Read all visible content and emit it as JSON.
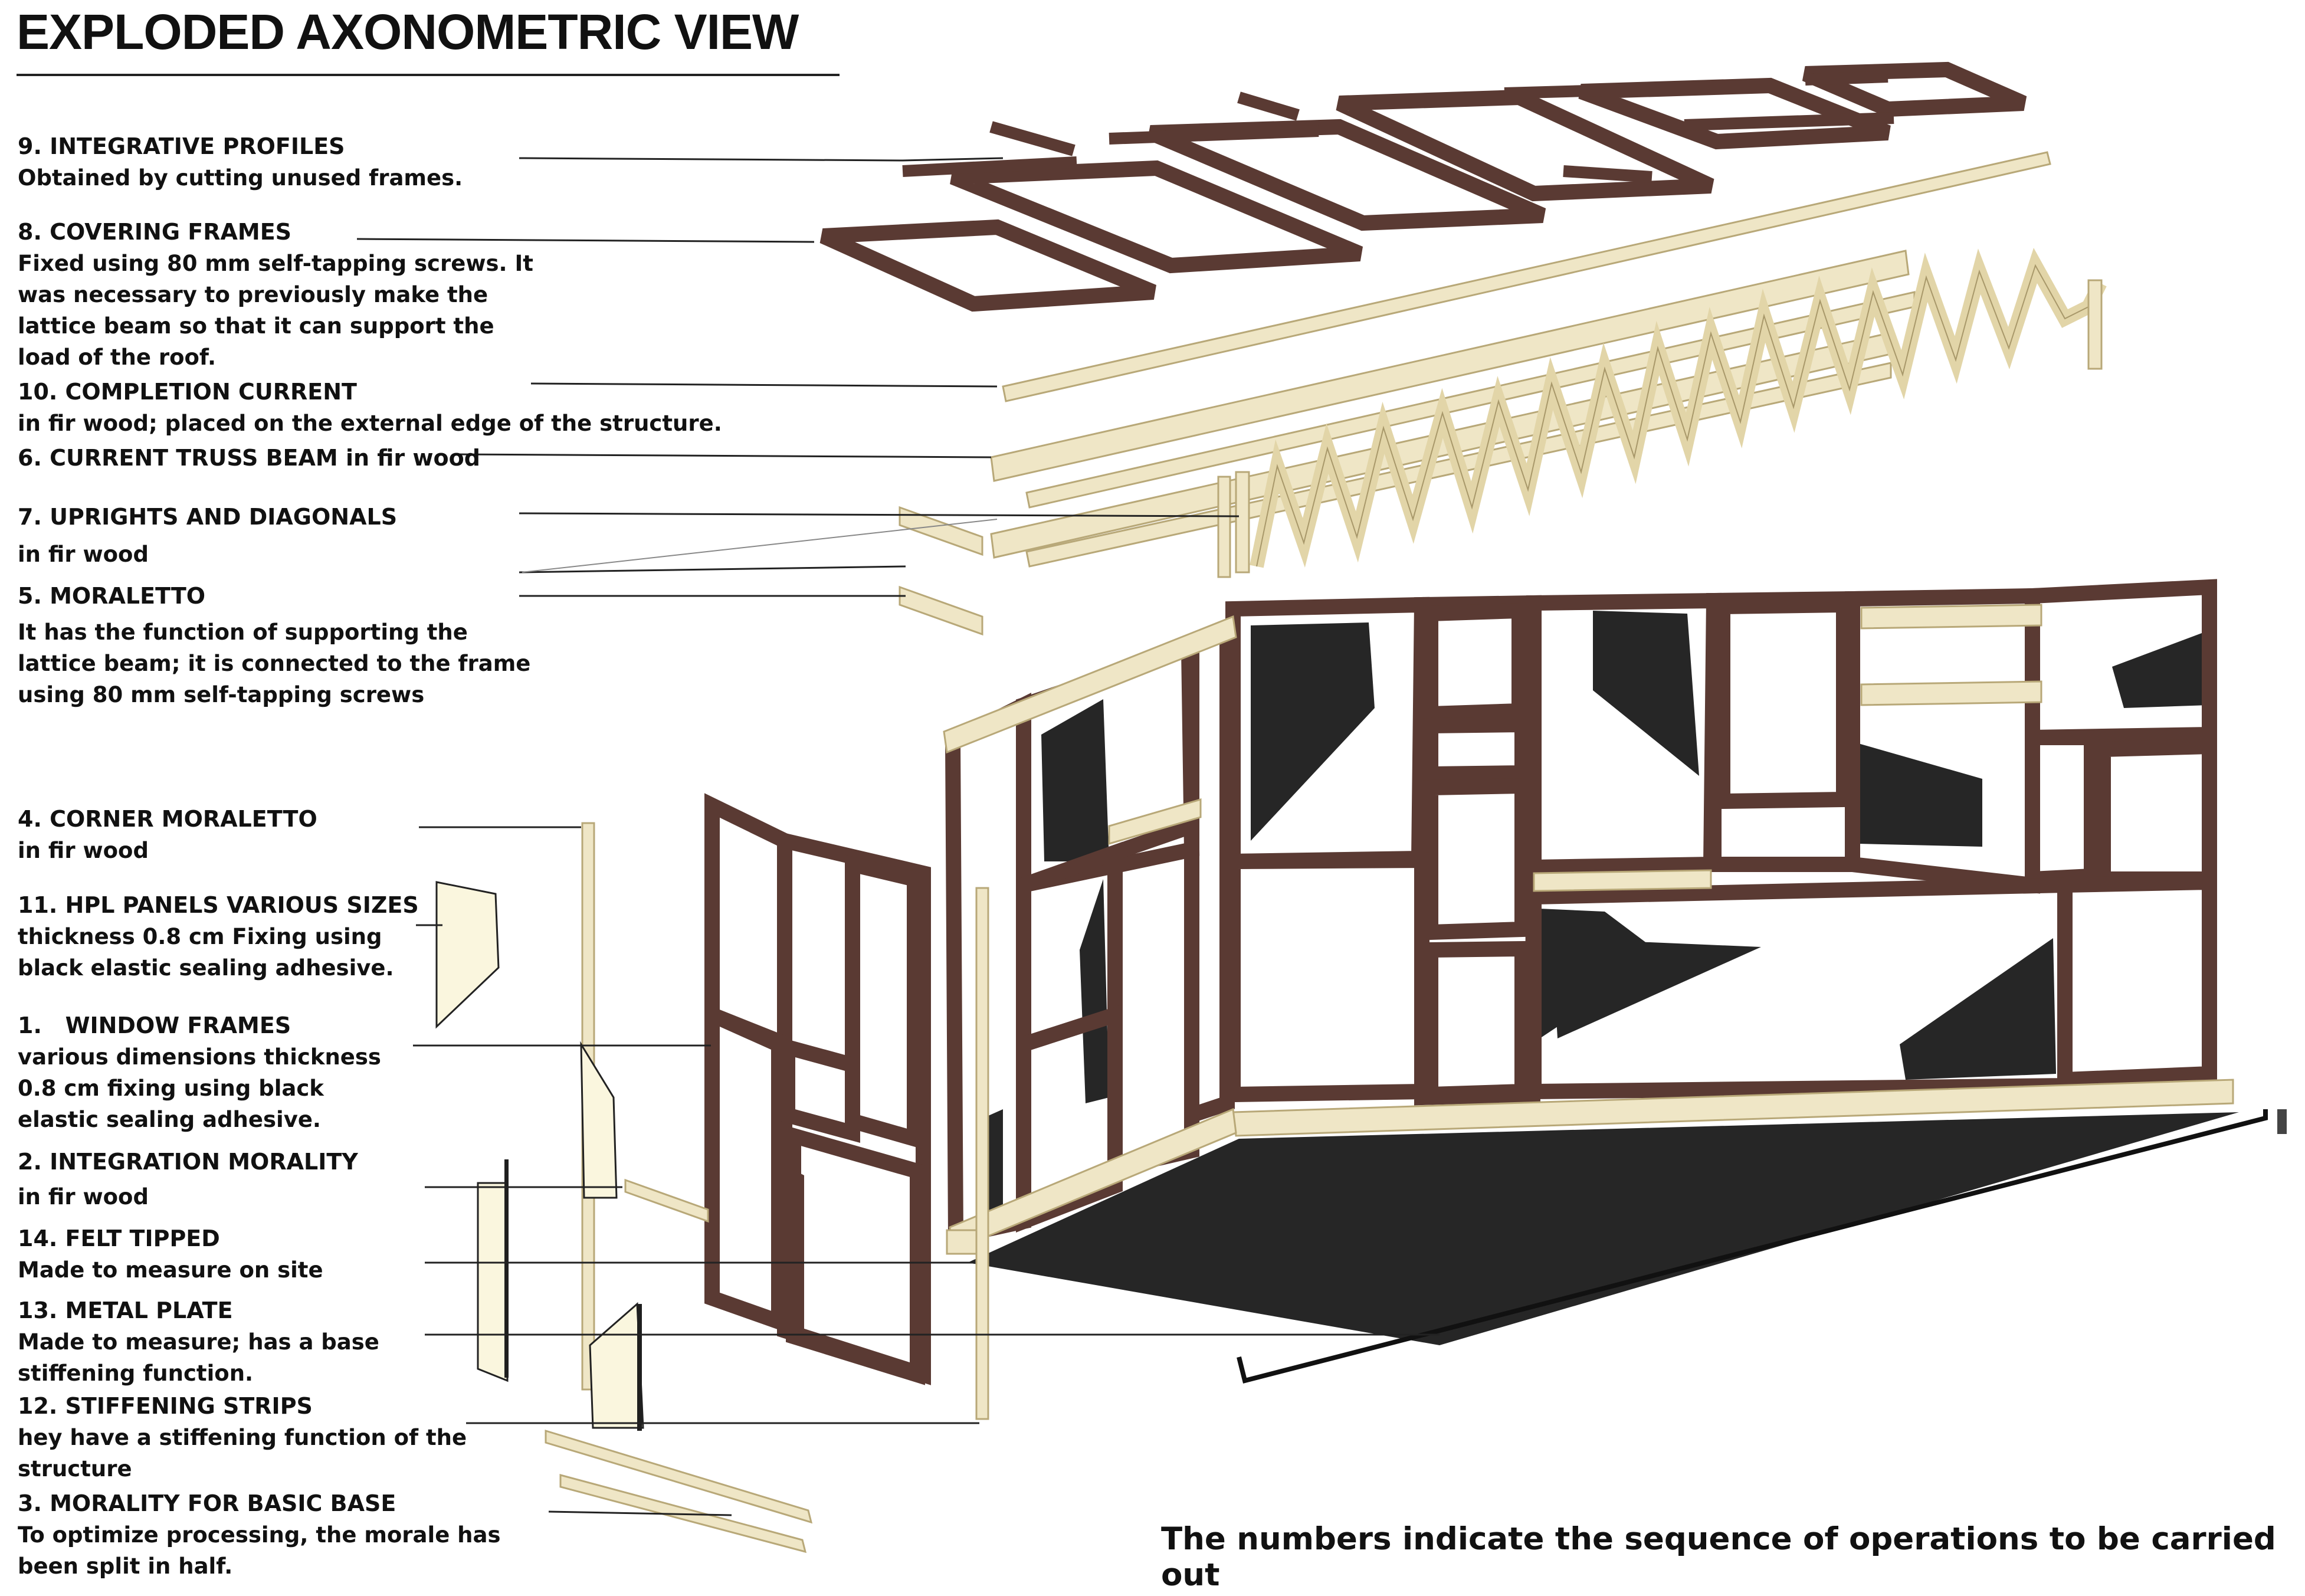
{
  "title": "EXPLODED AXONOMETRIC VIEW",
  "footer_note": "The numbers indicate the sequence of operations to be carried out",
  "colors": {
    "frame_brown": "#5a3a33",
    "fir_wood": "#efe6c6",
    "fir_wood_edge": "#b8a878",
    "panel_cream": "#faf6de",
    "felt_black": "#262626",
    "leader_line": "#222222"
  },
  "labels": [
    {
      "id": "label-9",
      "head": "9. INTEGRATIVE PROFILES",
      "desc": "Obtained by cutting unused frames."
    },
    {
      "id": "label-8",
      "head": "8. COVERING FRAMES",
      "desc": "Fixed using 80 mm self-tapping screws. It was necessary to previously make the lattice beam so that it can support the load of the roof."
    },
    {
      "id": "label-10",
      "head": "10. COMPLETION CURRENT",
      "desc": "in fir wood; placed on the external edge of the structure."
    },
    {
      "id": "label-6",
      "head": "6. CURRENT TRUSS BEAM in fir wood",
      "desc": ""
    },
    {
      "id": "label-7",
      "head": "7. UPRIGHTS AND DIAGONALS",
      "desc": "in fir wood"
    },
    {
      "id": "label-5",
      "head": "5. MORALETTO",
      "desc": "It has the function of supporting the lattice beam; it is connected to the frame using 80 mm self-tapping screws"
    },
    {
      "id": "label-4",
      "head": "4. CORNER MORALETTO",
      "desc": "in fir wood"
    },
    {
      "id": "label-11",
      "head": "11. HPL PANELS VARIOUS SIZES",
      "desc": "thickness 0.8 cm Fixing using black elastic sealing adhesive."
    },
    {
      "id": "label-1",
      "head": "1.   WINDOW FRAMES",
      "desc": "various dimensions thickness 0.8 cm fixing using black elastic sealing adhesive."
    },
    {
      "id": "label-2",
      "head": "2. INTEGRATION MORALITY",
      "desc": "in fir wood"
    },
    {
      "id": "label-14",
      "head": "14. FELT TIPPED",
      "desc": "Made to measure on site"
    },
    {
      "id": "label-13",
      "head": "13. METAL PLATE",
      "desc": "Made to measure; has a base stiffening function."
    },
    {
      "id": "label-12",
      "head": "12. STIFFENING STRIPS",
      "desc": "hey have a stiffening function of the structure"
    },
    {
      "id": "label-3",
      "head": "3. MORALITY FOR BASIC BASE",
      "desc": "To optimize processing, the morale has been split in half."
    }
  ]
}
